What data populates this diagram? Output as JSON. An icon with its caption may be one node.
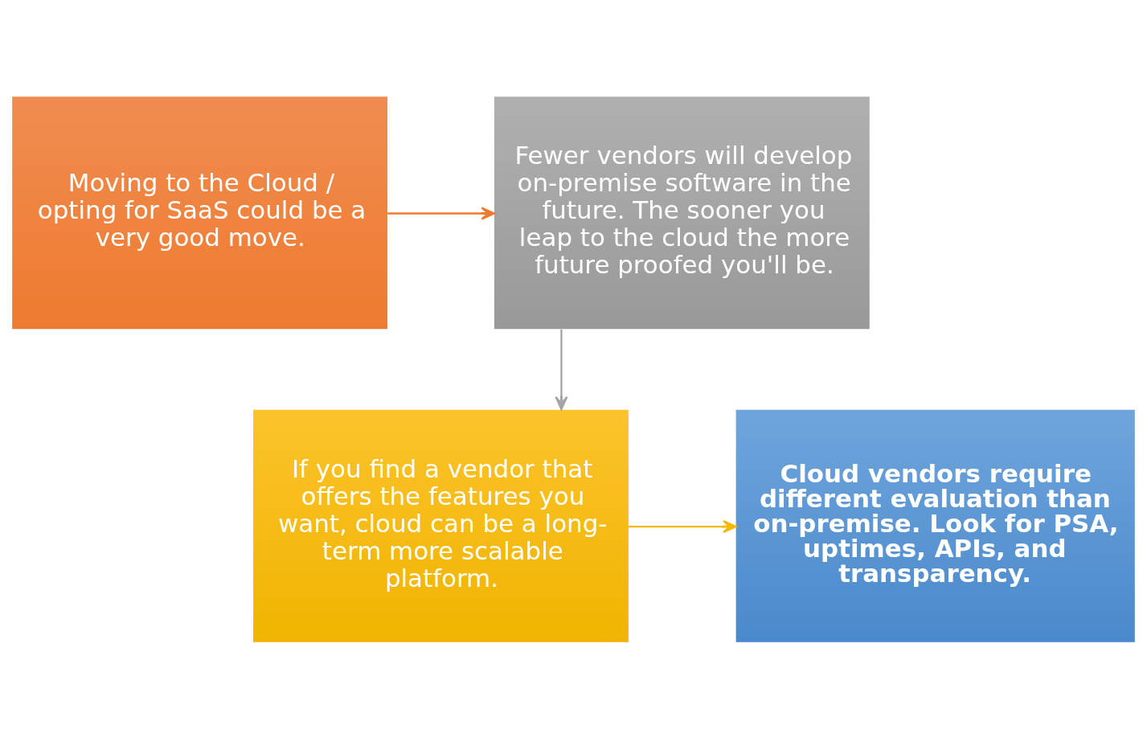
{
  "diagram": {
    "nodes": [
      {
        "text": [
          "Moving to the Cloud / opting for SaaS could be a very good move."
        ]
      },
      {
        "text": [
          "Fewer vendors will develop on-premise software in the future. The sooner you leap to the cloud the more future proofed you'll be."
        ]
      },
      {
        "text": [
          "If you find a vendor that offers the features you want, cloud can be a long-term more scalable platform."
        ]
      },
      {
        "text": [
          "Cloud vendors require different evaluation than on-premise. Look for PSA, uptimes, APIs, and transparency."
        ]
      }
    ],
    "edges": [
      {
        "from": 0,
        "to": 1,
        "arrow": "to",
        "color": "#ee7b30"
      },
      {
        "from": 1,
        "to": 2,
        "arrow": "to",
        "color": "#a5a5a5"
      },
      {
        "from": 2,
        "to": 3,
        "arrow": "to",
        "color": "#f5b800"
      }
    ]
  }
}
